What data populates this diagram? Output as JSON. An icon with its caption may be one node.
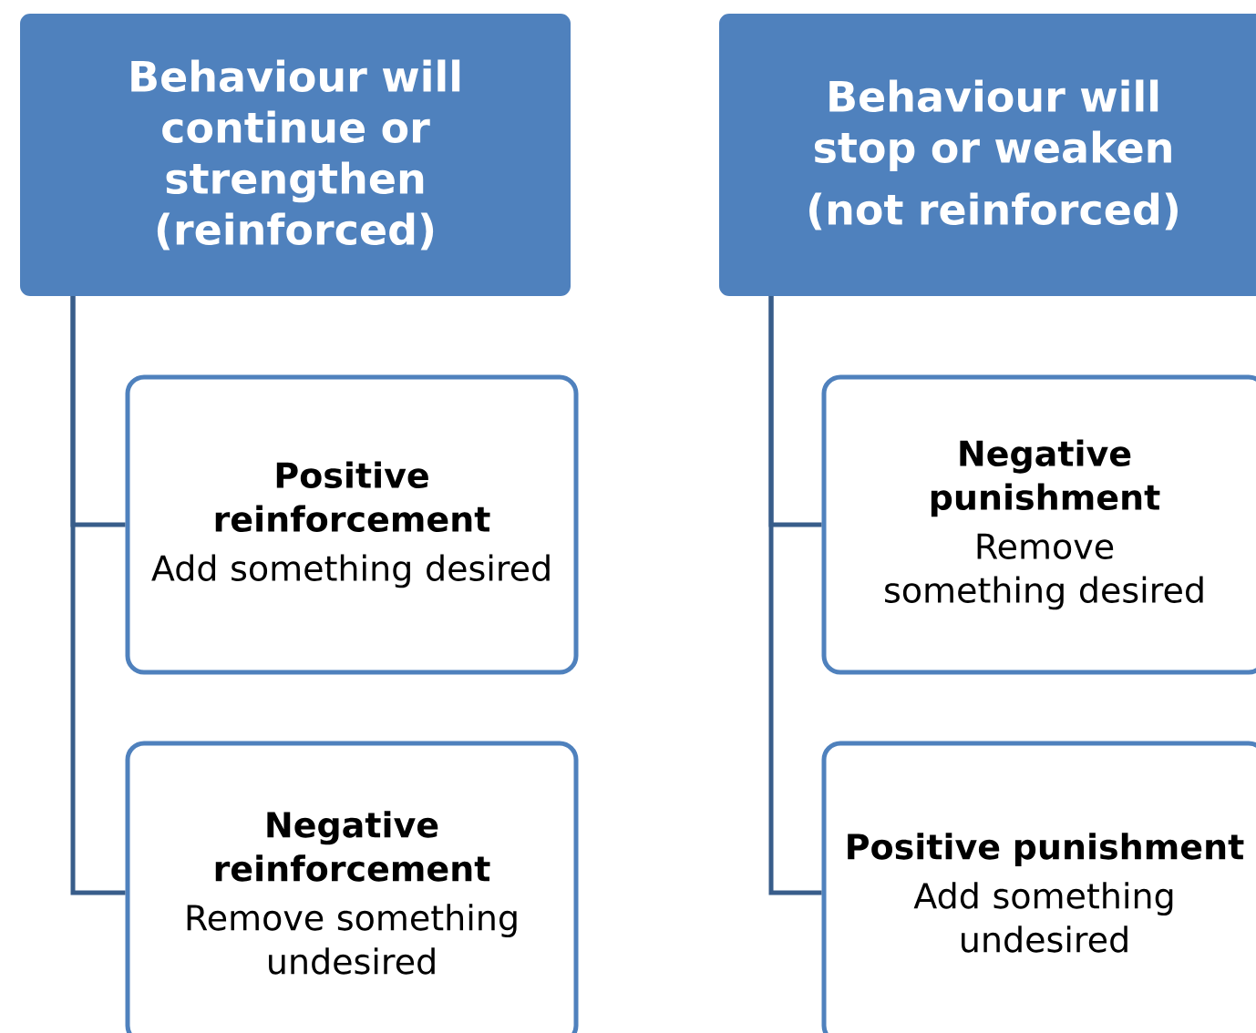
{
  "diagram": {
    "nodes": [
      {
        "text": [
          "Behaviour will continue or strengthen (reinforced)"
        ]
      },
      {
        "text": [
          "Positive reinforcement",
          "Add something desired"
        ]
      },
      {
        "text": [
          "Negative reinforcement",
          "Remove something undesired"
        ]
      },
      {
        "text": [
          "Behaviour will stop or weaken",
          "(not reinforced)"
        ]
      },
      {
        "text": [
          "Negative punishment",
          "Remove something desired"
        ]
      },
      {
        "text": [
          "Positive punishment",
          "Add something undesired"
        ]
      }
    ],
    "edges": [
      {
        "from": 0,
        "to": 1,
        "arrow": "none"
      },
      {
        "from": 0,
        "to": 2,
        "arrow": "none"
      },
      {
        "from": 3,
        "to": 4,
        "arrow": "none"
      },
      {
        "from": 3,
        "to": 5,
        "arrow": "none"
      }
    ]
  }
}
